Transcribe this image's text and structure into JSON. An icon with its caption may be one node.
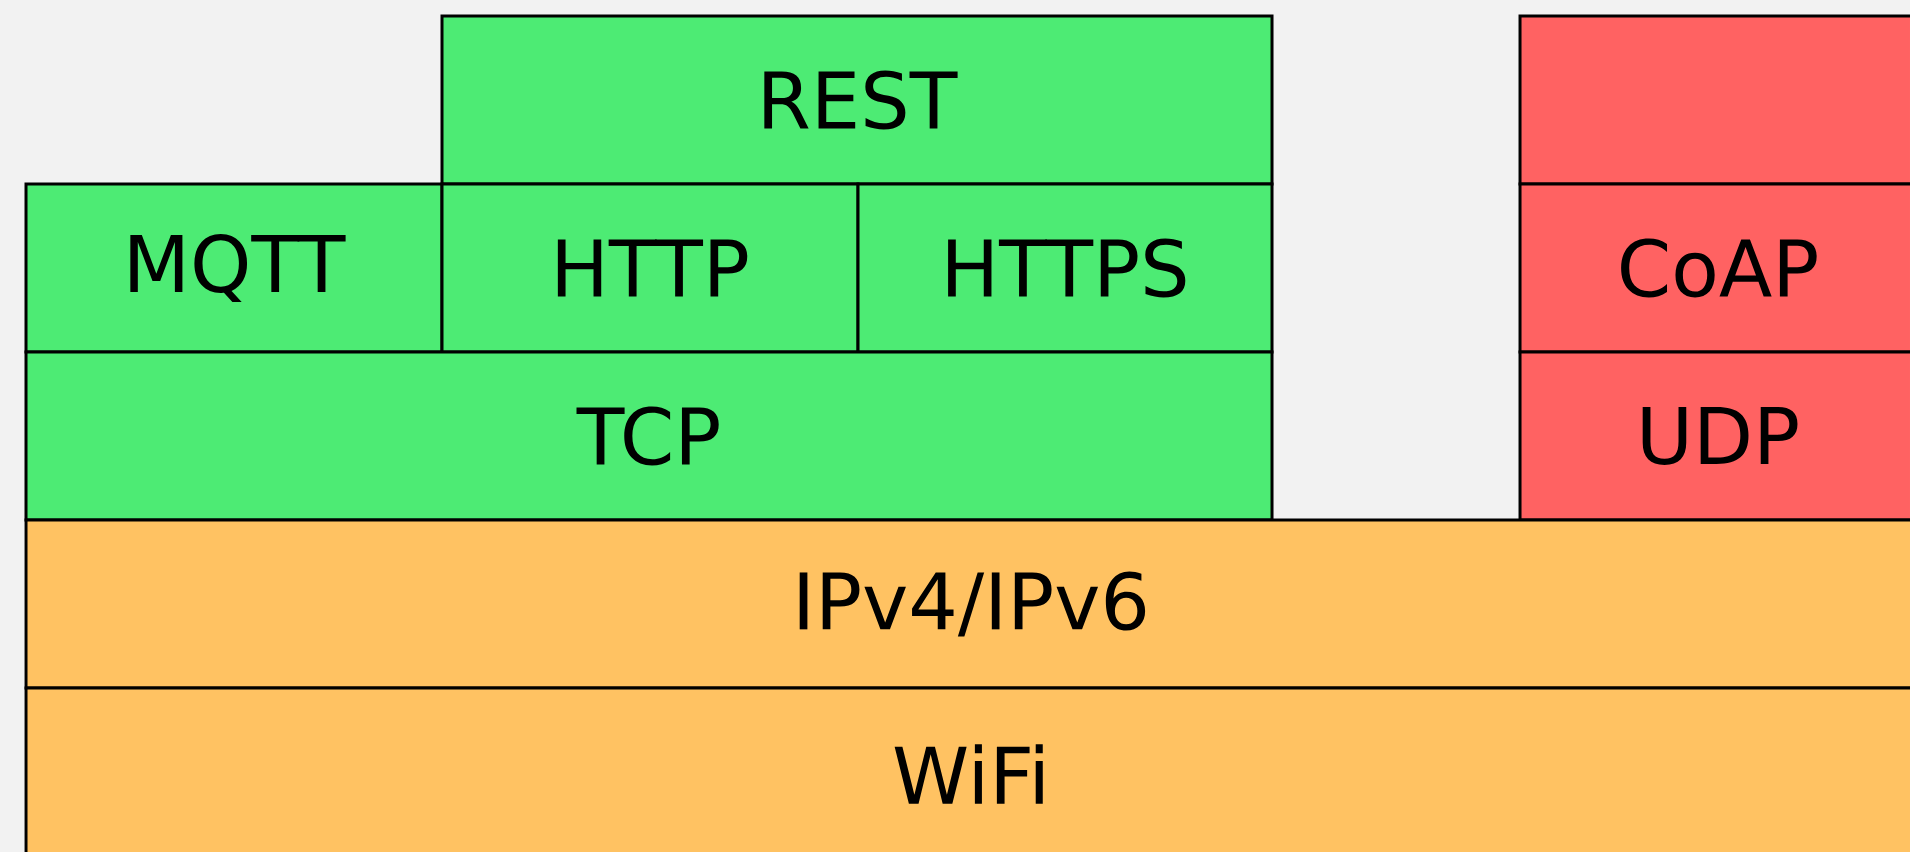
{
  "diagram": {
    "nodes": [
      {
        "text": [
          "REST"
        ]
      },
      {
        "text": [
          "MQTT"
        ]
      },
      {
        "text": [
          "HTTP"
        ]
      },
      {
        "text": [
          "HTTPS"
        ]
      },
      {
        "text": [
          "TCP"
        ]
      },
      {
        "text": [],
        "shape": "box"
      },
      {
        "text": [
          "CoAP"
        ]
      },
      {
        "text": [
          "UDP"
        ]
      },
      {
        "text": [
          "IPv4/IPv6"
        ]
      },
      {
        "text": [
          "WiFi"
        ]
      }
    ]
  }
}
